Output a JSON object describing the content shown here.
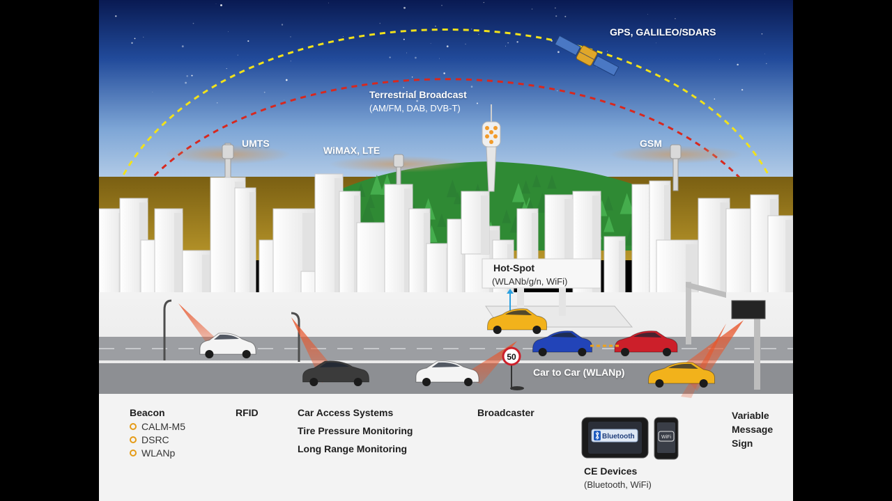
{
  "labels": {
    "gps": "GPS, GALILEO/SDARS",
    "terrestrial_title": "Terrestrial Broadcast",
    "terrestrial_sub": "(AM/FM, DAB, DVB-T)",
    "umts": "UMTS",
    "wimax": "WiMAX, LTE",
    "gsm": "GSM",
    "hotspot_title": "Hot-Spot",
    "hotspot_sub": "(WLANb/g/n, WiFi)",
    "car_to_car": "Car to Car (WLANp)",
    "speed_sign": "50",
    "beacon": "Beacon",
    "beacon_items": [
      "CALM-M5",
      "DSRC",
      "WLANp"
    ],
    "rfid": "RFID",
    "car_access": "Car Access Systems",
    "tire_pressure": "Tire Pressure Monitoring",
    "long_range": "Long Range Monitoring",
    "broadcaster": "Broadcaster",
    "variable_sign_lines": [
      "Variable",
      "Message",
      "Sign"
    ],
    "ce_title": "CE Devices",
    "ce_sub": "(Bluetooth, WiFi)",
    "bluetooth_screen": "Bluetooth",
    "wifi_screen": "WiFi"
  },
  "icons": [
    "satellite-icon",
    "broadcast-tower-icon",
    "cell-antenna-icon",
    "bluetooth-icon",
    "wifi-icon",
    "speed-limit-sign-icon"
  ],
  "colors": {
    "sky_top": "#0a1f5e",
    "sky_mid": "#2b5aa8",
    "sky_horizon": "#c9dcef",
    "hills": "#9c7d18",
    "forest": "#2f8a34",
    "road": "#8d8f93",
    "ground": "#eeeeee",
    "orbit_outer": "#f2e21a",
    "orbit_inner": "#d8281e",
    "accent": "#e59b16",
    "car_yellow": "#f2b21b",
    "car_blue": "#2244b8",
    "car_red": "#cc1f2a",
    "car_white": "#f4f4f4",
    "car_dark": "#3b3b3b",
    "beam": "#e8552a"
  }
}
